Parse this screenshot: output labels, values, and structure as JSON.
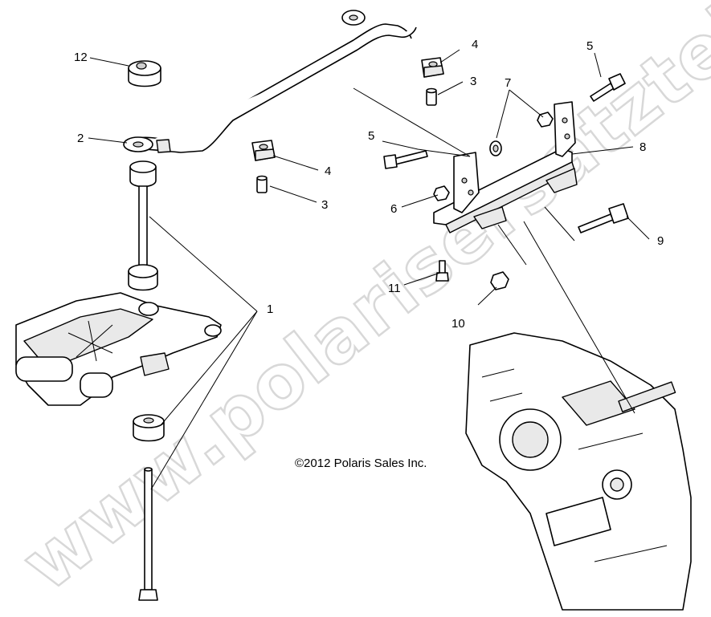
{
  "watermark": "www.polarisersatzteile.de",
  "copyright": "©2012 Polaris Sales Inc.",
  "callouts": {
    "c1": "1",
    "c2": "2",
    "c3a": "3",
    "c3b": "3",
    "c4a": "4",
    "c4b": "4",
    "c5a": "5",
    "c5b": "5",
    "c6": "6",
    "c7": "7",
    "c8": "8",
    "c9": "9",
    "c10": "10",
    "c11": "11",
    "c12": "12"
  }
}
